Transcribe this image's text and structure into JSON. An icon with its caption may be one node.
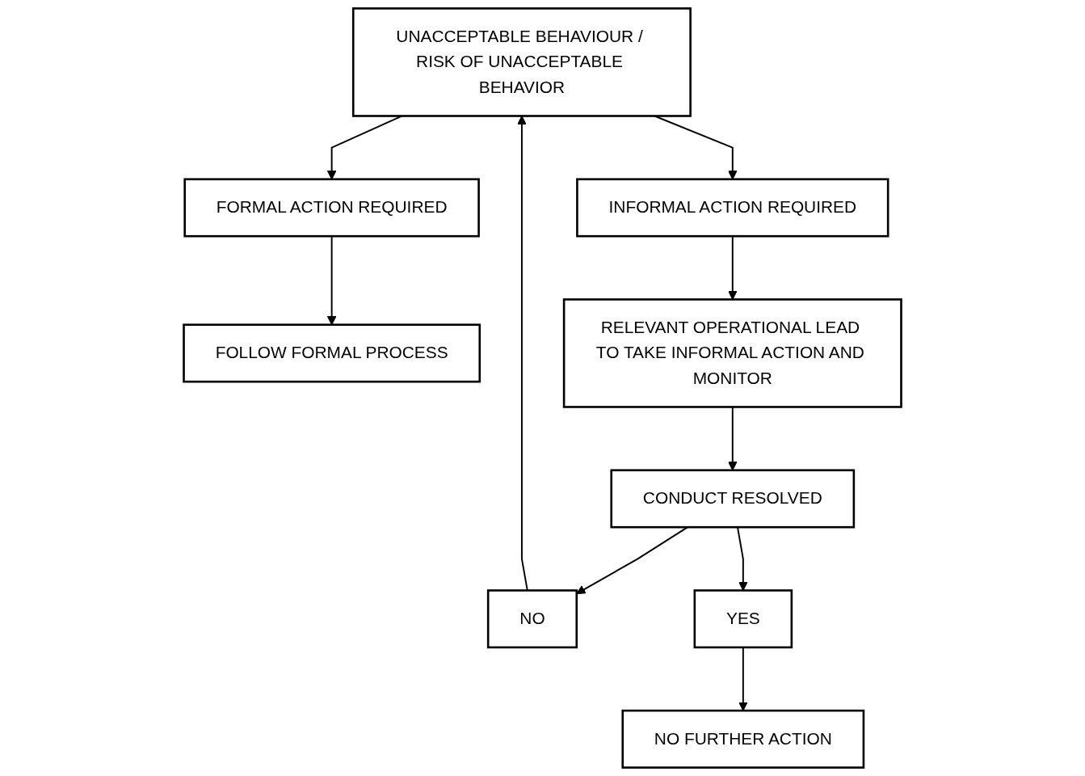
{
  "diagram": {
    "nodes": [
      {
        "text": [
          "UNACCEPTABLE BEHAVIOUR / RISK OF UNACCEPTABLE BEHAVIOR"
        ]
      },
      {
        "text": [
          "INFORMAL ACTION REQUIRED"
        ]
      },
      {
        "text": [
          "FORMAL ACTION REQUIRED"
        ]
      },
      {
        "text": [
          "FOLLOW FORMAL PROCESS"
        ]
      },
      {
        "text": [
          "RELEVANT OPERATIONAL LEAD TO TAKE INFORMAL ACTION AND MONITOR"
        ]
      },
      {
        "text": [
          "CONDUCT RESOLVED"
        ]
      },
      {
        "text": [
          "NO"
        ]
      },
      {
        "text": [
          "YES"
        ]
      },
      {
        "text": [
          "NO FURTHER ACTION"
        ]
      }
    ],
    "edges": [
      {
        "from": 0,
        "to": 1,
        "arrow": "to"
      },
      {
        "from": 0,
        "to": 2,
        "arrow": "to"
      },
      {
        "from": 2,
        "to": 3,
        "arrow": "to"
      },
      {
        "from": 1,
        "to": 4,
        "arrow": "to"
      },
      {
        "from": 4,
        "to": 5,
        "arrow": "to"
      },
      {
        "from": 5,
        "to": 6,
        "arrow": "to"
      },
      {
        "from": 5,
        "to": 7,
        "arrow": "to"
      },
      {
        "from": 7,
        "to": 8,
        "arrow": "to"
      },
      {
        "from": 6,
        "to": 0,
        "arrow": "to"
      }
    ]
  }
}
